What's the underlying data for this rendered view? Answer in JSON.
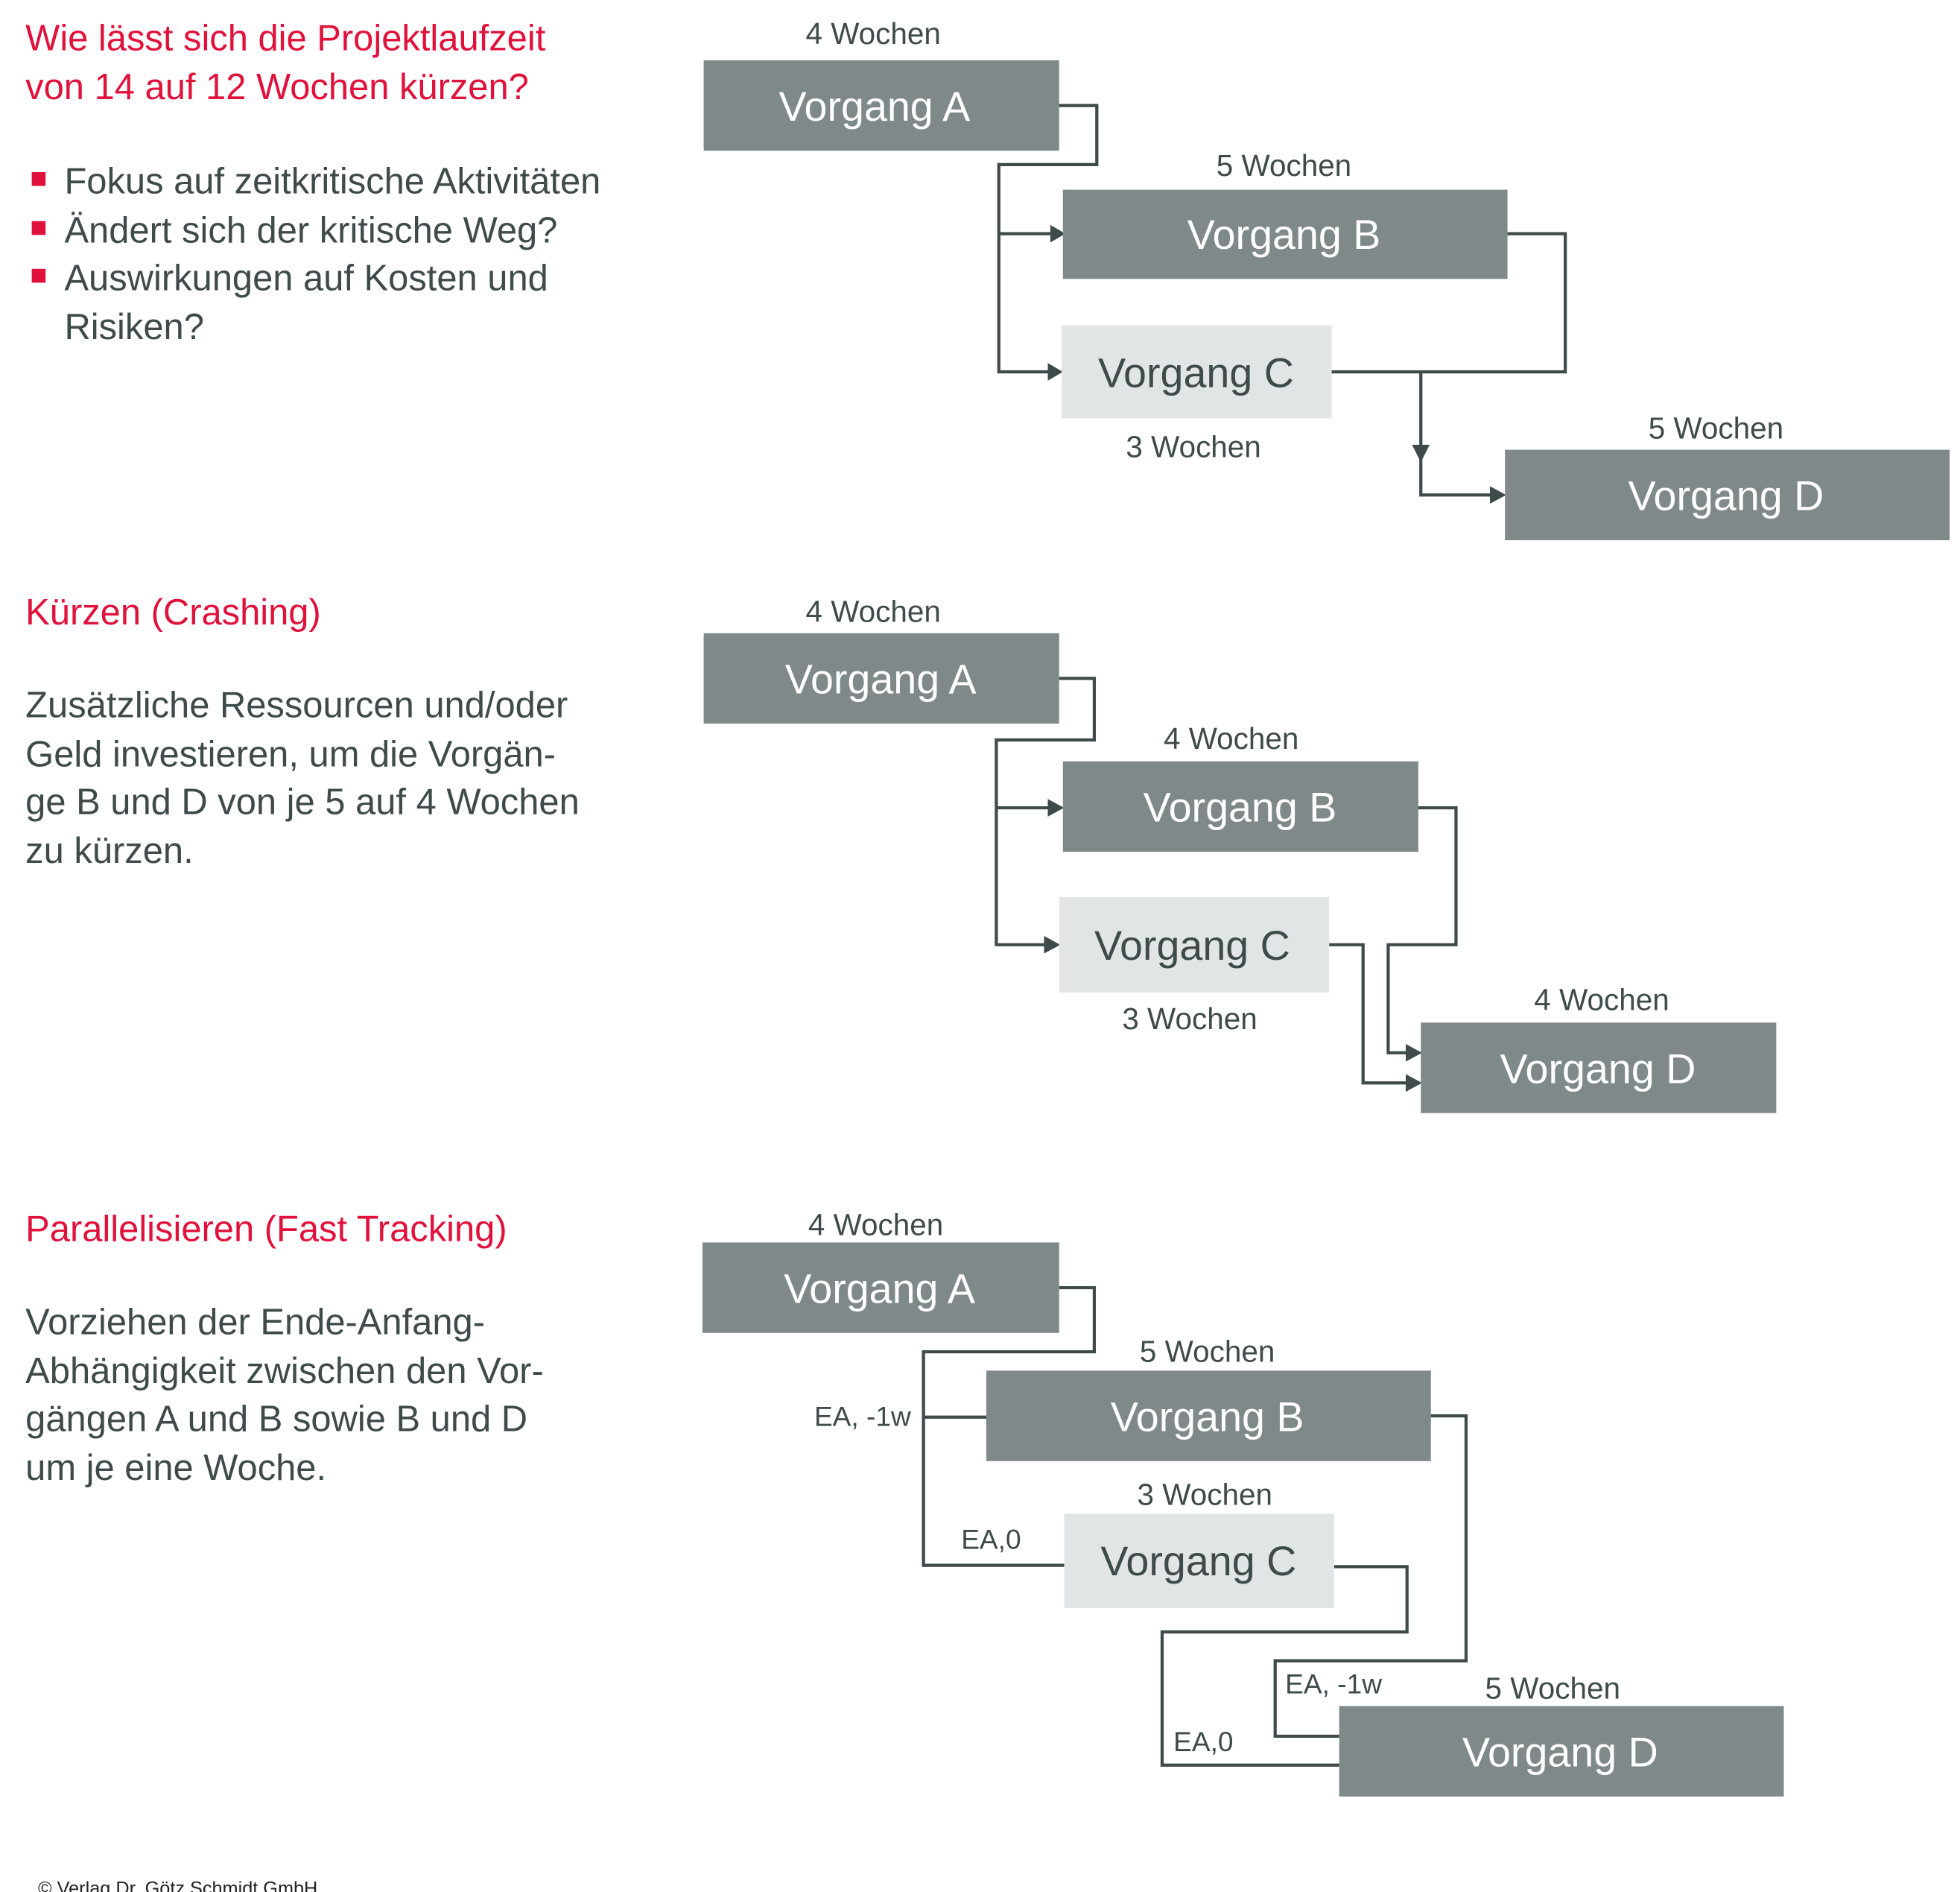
{
  "intro": {
    "title_lines": [
      "Wie lässt sich die Projektlaufzeit",
      "von 14 auf 12 Wochen kürzen?"
    ],
    "bullets": [
      "Fokus auf zeitkritische Aktivitäten",
      "Ändert sich der kritische Weg?",
      "Auswirkungen auf Kosten und",
      "Risiken?"
    ]
  },
  "crashing": {
    "title": "Kürzen (Crashing)",
    "text_lines": [
      "Zusätzliche Ressourcen und/oder",
      "Geld investieren, um die Vorgän-",
      "ge B und D von je 5 auf 4 Wochen",
      "zu kürzen."
    ]
  },
  "fast_tracking": {
    "title": "Parallelisieren (Fast Tracking)",
    "text_lines": [
      "Vorziehen der Ende-Anfang-",
      "Abhängigkeit zwischen den Vor-",
      "gängen A und B sowie B und D",
      "um je eine Woche."
    ]
  },
  "diagram1": {
    "a": {
      "label": "Vorgang A",
      "duration": "4 Wochen"
    },
    "b": {
      "label": "Vorgang B",
      "duration": "5 Wochen"
    },
    "c": {
      "label": "Vorgang C",
      "duration": "3 Wochen"
    },
    "d": {
      "label": "Vorgang D",
      "duration": "5 Wochen"
    }
  },
  "diagram2": {
    "a": {
      "label": "Vorgang A",
      "duration": "4 Wochen"
    },
    "b": {
      "label": "Vorgang B",
      "duration": "4 Wochen"
    },
    "c": {
      "label": "Vorgang C",
      "duration": "3 Wochen"
    },
    "d": {
      "label": "Vorgang D",
      "duration": "4 Wochen"
    }
  },
  "diagram3": {
    "a": {
      "label": "Vorgang A",
      "duration": "4 Wochen"
    },
    "b": {
      "label": "Vorgang B",
      "duration": "5 Wochen"
    },
    "c": {
      "label": "Vorgang C",
      "duration": "3 Wochen"
    },
    "d": {
      "label": "Vorgang D",
      "duration": "5 Wochen"
    },
    "dep_ab": "EA, -1w",
    "dep_ac": "EA,0",
    "dep_bd": "EA, -1w",
    "dep_cd": "EA,0"
  },
  "copyright": "© Verlag Dr. Götz Schmidt GmbH",
  "colors": {
    "accent": "#e0123c",
    "text": "#3f4a4a",
    "box_dark": "#7f8989",
    "box_light": "#e2e5e6"
  }
}
